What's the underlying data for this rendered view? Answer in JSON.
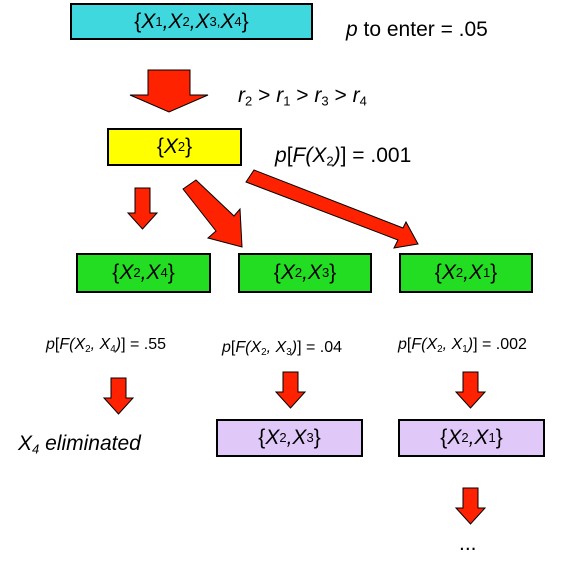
{
  "colors": {
    "top_box": "#3ed8de",
    "x2_box": "#ffff00",
    "pair_box": "#22dd22",
    "final_box": "#e0c8f8",
    "arrow_fill": "#ff2200",
    "arrow_stroke": "#000000"
  },
  "top_box": {
    "open": "{",
    "v1": "X",
    "s1": "1",
    "sep1": ", ",
    "v2": "X",
    "s2": "2",
    "sep2": ", ",
    "v3": "X",
    "s3": "3,",
    "sep3": " ",
    "v4": "X",
    "s4": "4",
    "close": "}"
  },
  "p_enter": {
    "p": "p",
    "rest": " to enter = .05"
  },
  "order": {
    "r_a": "r",
    "s_a": "2",
    "gt1": " > ",
    "r_b": "r",
    "s_b": "1",
    "gt2": " > ",
    "r_c": "r",
    "s_c": "3",
    "gt3": " > ",
    "r_d": "r",
    "s_d": "4"
  },
  "x2_box": {
    "open": "{",
    "v": "X",
    "s": "2",
    "close": "}"
  },
  "x2_p": {
    "p": "p",
    "lb": "[",
    "F": "F",
    "po": "(",
    "v": "X",
    "s": "2",
    "pc": ")",
    "rest": "] = .001"
  },
  "pairs": [
    {
      "open": "{",
      "va": "X",
      "sa": "2",
      "sep": ", ",
      "vb": "X",
      "sb": "4",
      "close": "}"
    },
    {
      "open": "{",
      "va": "X",
      "sa": "2",
      "sep": ", ",
      "vb": "X",
      "sb": "3",
      "close": "}"
    },
    {
      "open": "{",
      "va": "X",
      "sa": "2",
      "sep": ", ",
      "vb": "X",
      "sb": "1",
      "close": "}"
    }
  ],
  "pair_p": [
    {
      "p": "p",
      "lb": "[",
      "F": "F",
      "po": "(",
      "va": "X",
      "sa": "2",
      "sep": ", ",
      "vb": "X",
      "sb": "4",
      "pc": ")",
      "rest": "] = .55"
    },
    {
      "p": "p",
      "lb": "[",
      "F": "F",
      "po": "(",
      "va": "X",
      "sa": "2",
      "sep": ", ",
      "vb": "X",
      "sb": "3",
      "pc": ")",
      "rest": "] = .04"
    },
    {
      "p": "p",
      "lb": "[",
      "F": "F",
      "po": "(",
      "va": "X",
      "sa": "2",
      "sep": ", ",
      "vb": "X",
      "sb": "1",
      "pc": ")",
      "rest": "] = .002"
    }
  ],
  "eliminated": {
    "v": "X",
    "s": "4",
    "rest": " eliminated"
  },
  "finals": [
    {
      "open": "{",
      "va": "X",
      "sa": "2",
      "sep": ", ",
      "vb": "X",
      "sb": "3",
      "close": "}"
    },
    {
      "open": "{",
      "va": "X",
      "sa": "2",
      "sep": ", ",
      "vb": "X",
      "sb": "1",
      "close": "}"
    }
  ],
  "ellipsis": "..."
}
